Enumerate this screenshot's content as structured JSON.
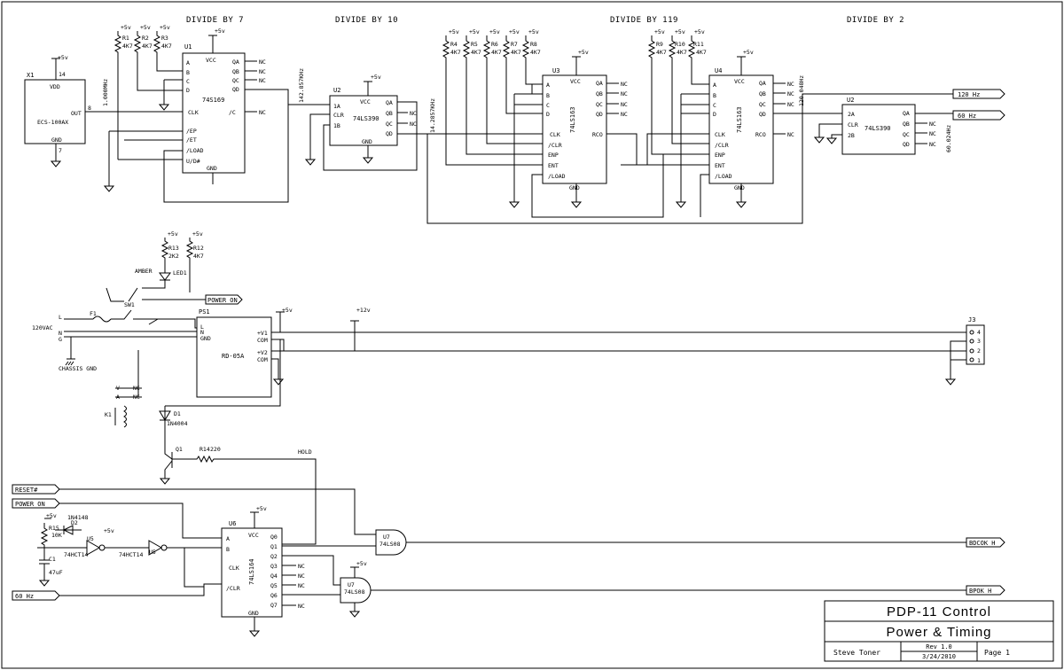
{
  "headings": {
    "div7": "DIVIDE BY 7",
    "div10": "DIVIDE BY 10",
    "div119": "DIVIDE BY 119",
    "div2": "DIVIDE BY 2"
  },
  "supply": {
    "p5v": "+5v",
    "p12v": "+12v",
    "ac_in": "120VAC",
    "ac_l": "L",
    "ac_n": "N",
    "ac_g": "G",
    "chassis": "CHASSIS GND"
  },
  "resistors": [
    {
      "ref": "R1",
      "val": "4K7"
    },
    {
      "ref": "R2",
      "val": "4K7"
    },
    {
      "ref": "R3",
      "val": "4K7"
    },
    {
      "ref": "R4",
      "val": "4K7"
    },
    {
      "ref": "R5",
      "val": "4K7"
    },
    {
      "ref": "R6",
      "val": "4K7"
    },
    {
      "ref": "R7",
      "val": "4K7"
    },
    {
      "ref": "R8",
      "val": "4K7"
    },
    {
      "ref": "R9",
      "val": "4K7"
    },
    {
      "ref": "R10",
      "val": "4K7"
    },
    {
      "ref": "R11",
      "val": "4K7"
    },
    {
      "ref": "R13",
      "val": "2K2"
    },
    {
      "ref": "R12",
      "val": "4K7"
    },
    {
      "ref": "R15",
      "val": "10K"
    },
    {
      "ref": "R14",
      "val": "220"
    }
  ],
  "x1": {
    "ref": "X1",
    "part": "ECS-100AX",
    "vdd": "VDD",
    "gnd": "GND",
    "out": "OUT",
    "pin14": "14",
    "pin7": "7",
    "pin8": "8",
    "freq": "1.000MHz"
  },
  "u1": {
    "ref": "U1",
    "part": "74S169",
    "freq": "142.857KHz"
  },
  "u2a": {
    "ref": "U2",
    "part": "74LS390",
    "freq": "14.2857KHz"
  },
  "u3": {
    "ref": "U3",
    "part": "74LS163"
  },
  "u4": {
    "ref": "U4",
    "part": "74LS163",
    "freq": "120.048Hz"
  },
  "u2b": {
    "ref": "U2",
    "part": "74LS390",
    "freq": "60.024Hz"
  },
  "u6": {
    "ref": "U6",
    "part": "74LS164"
  },
  "u7a": {
    "ref": "U7",
    "part": "74LS08"
  },
  "u7b": {
    "ref": "U7",
    "part": "74LS08"
  },
  "u5a": {
    "ref": "U5",
    "part": "74HCT14"
  },
  "u5b": {
    "ref": "U5",
    "part": "74HCT14"
  },
  "ps1": {
    "ref": "PS1",
    "part": "RD-05A",
    "l": "L",
    "n": "N",
    "gnd": "GND",
    "v1p": "+V1",
    "com1": "COM",
    "v2p": "+V2",
    "com2": "COM"
  },
  "misc": {
    "nc": "NC",
    "amber": "AMBER",
    "led1": "LED1",
    "sw1": "SW1",
    "f1": "F1",
    "k1": "K1",
    "d1": "D1",
    "d1part": "1N4004",
    "d2": "D2",
    "d2part": "1N4148",
    "q1": "Q1",
    "c1": "C1",
    "c1val": "47uF",
    "hold": "HOLD",
    "j3": "J3",
    "relay_v": "V",
    "relay_a": "A"
  },
  "ports": {
    "hz120": "120 Hz",
    "hz60": "60 Hz",
    "power_on_out": "POWER ON",
    "reset": "RESET#",
    "power_on_in": "POWER ON",
    "hz60_in": "60 Hz",
    "bdcok": "BDCOK H",
    "bpok": "BPOK H"
  },
  "titleblock": {
    "line1": "PDP-11 Control",
    "line2": "Power & Timing",
    "author": "Steve Toner",
    "rev": "Rev 1.0",
    "date": "3/24/2010",
    "page": "Page 1"
  }
}
